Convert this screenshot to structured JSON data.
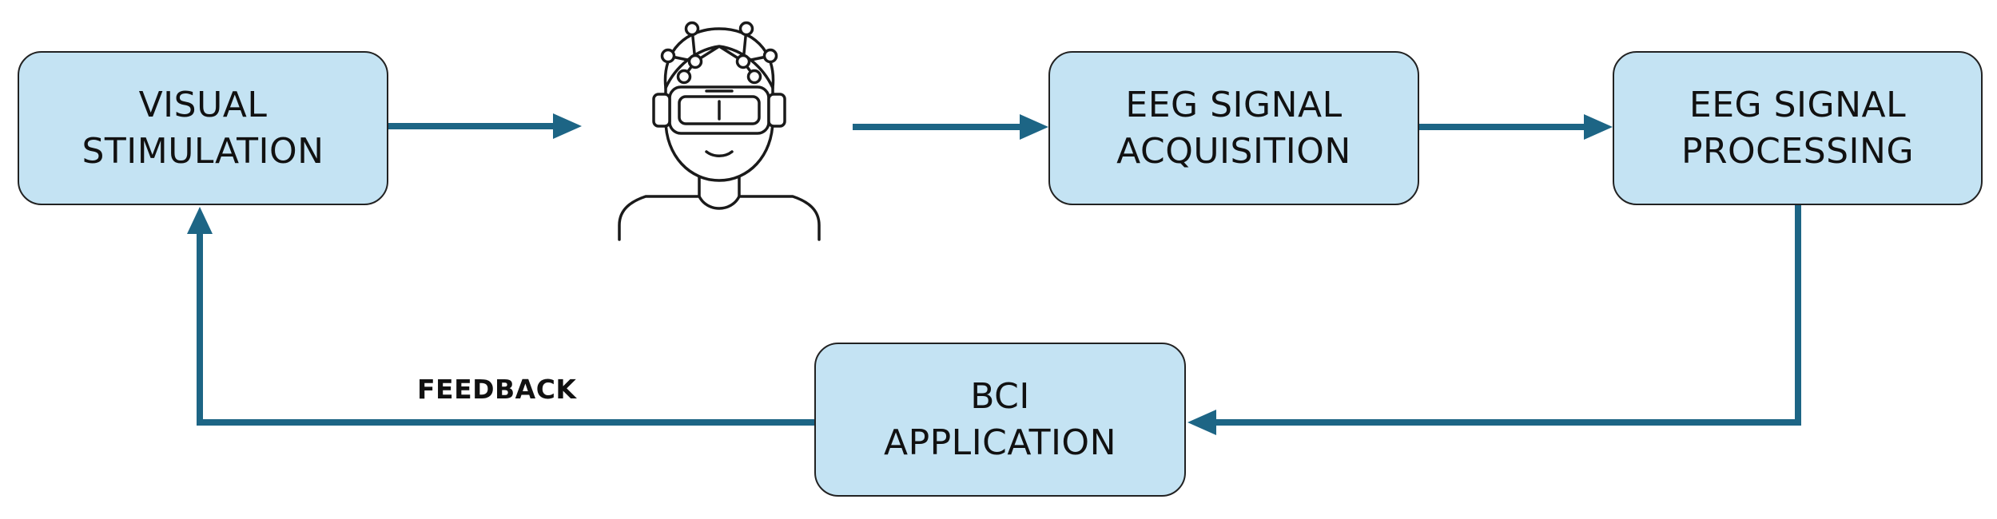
{
  "colors": {
    "box_fill": "#c4e3f3",
    "box_border": "#222222",
    "arrow": "#1d6585",
    "icon_stroke": "#1a1a1a"
  },
  "nodes": {
    "visual_stimulation": [
      "VISUAL",
      "STIMULATION"
    ],
    "eeg_acquisition": [
      "EEG SIGNAL",
      "ACQUISITION"
    ],
    "eeg_processing": [
      "EEG SIGNAL",
      "PROCESSING"
    ],
    "bci_application": [
      "BCI",
      "APPLICATION"
    ]
  },
  "labels": {
    "feedback": "FEEDBACK"
  },
  "icons": {
    "user": "person-wearing-vr-headset-with-eeg-electrodes-icon"
  }
}
